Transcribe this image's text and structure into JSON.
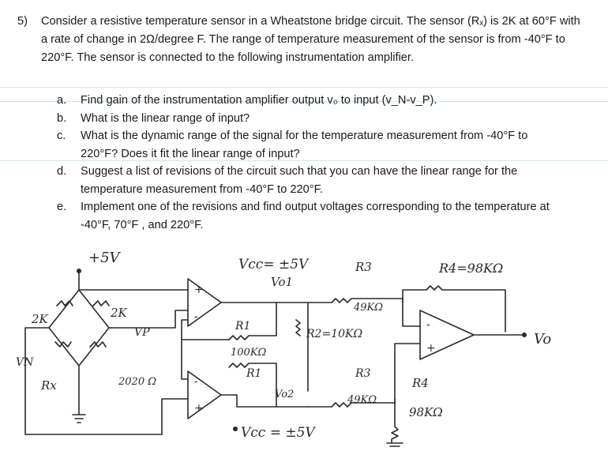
{
  "problem": {
    "number": "5)",
    "stem": "Consider a resistive temperature sensor in a Wheatstone bridge circuit. The sensor (Rₓ) is 2K at 60°F with a rate of change in 2Ω/degree F. The range of temperature measurement of the sensor is from -40°F to 220°F. The sensor is connected to the following instrumentation amplifier.",
    "parts": [
      {
        "label": "a.",
        "text": "Find gain of the instrumentation amplifier output v₀ to input (v_N-v_P)."
      },
      {
        "label": "b.",
        "text": "What is the linear range of input?"
      },
      {
        "label": "c.",
        "text": "What is the dynamic range of the signal for the temperature measurement from -40°F to 220°F? Does it fit the linear range of input?"
      },
      {
        "label": "d.",
        "text": "Suggest a list of revisions of the circuit such that you can have the linear range for the temperature measurement from -40°F to 220°F."
      },
      {
        "label": "e.",
        "text": "Implement one of the revisions and find output voltages corresponding to the temperature at -40°F, 70°F , and 220°F."
      }
    ]
  },
  "circuit": {
    "supply": "+5V",
    "vcc_top": "Vcc= ±5V",
    "vcc_bottom": "Vcc = ±5V",
    "vo1": "Vo1",
    "vo2": "Vo2",
    "r_left": "2K",
    "r_right": "2K",
    "r_bottom": "2020 Ω",
    "rx": "Rx",
    "vn": "VN",
    "vp": "VP",
    "r1": "R1",
    "r1_value": "100KΩ",
    "r1b": "R1",
    "r2": "R2=10KΩ",
    "r3_top": "R3",
    "r3_top_value": "49KΩ",
    "r3_bottom": "R3",
    "r3_bottom_value": "49KΩ",
    "r4_top": "R4=98KΩ",
    "r4_bottom": "R4",
    "r4_bottom_value": "98KΩ",
    "vo": "Vo",
    "plus": "+",
    "minus": "-"
  }
}
